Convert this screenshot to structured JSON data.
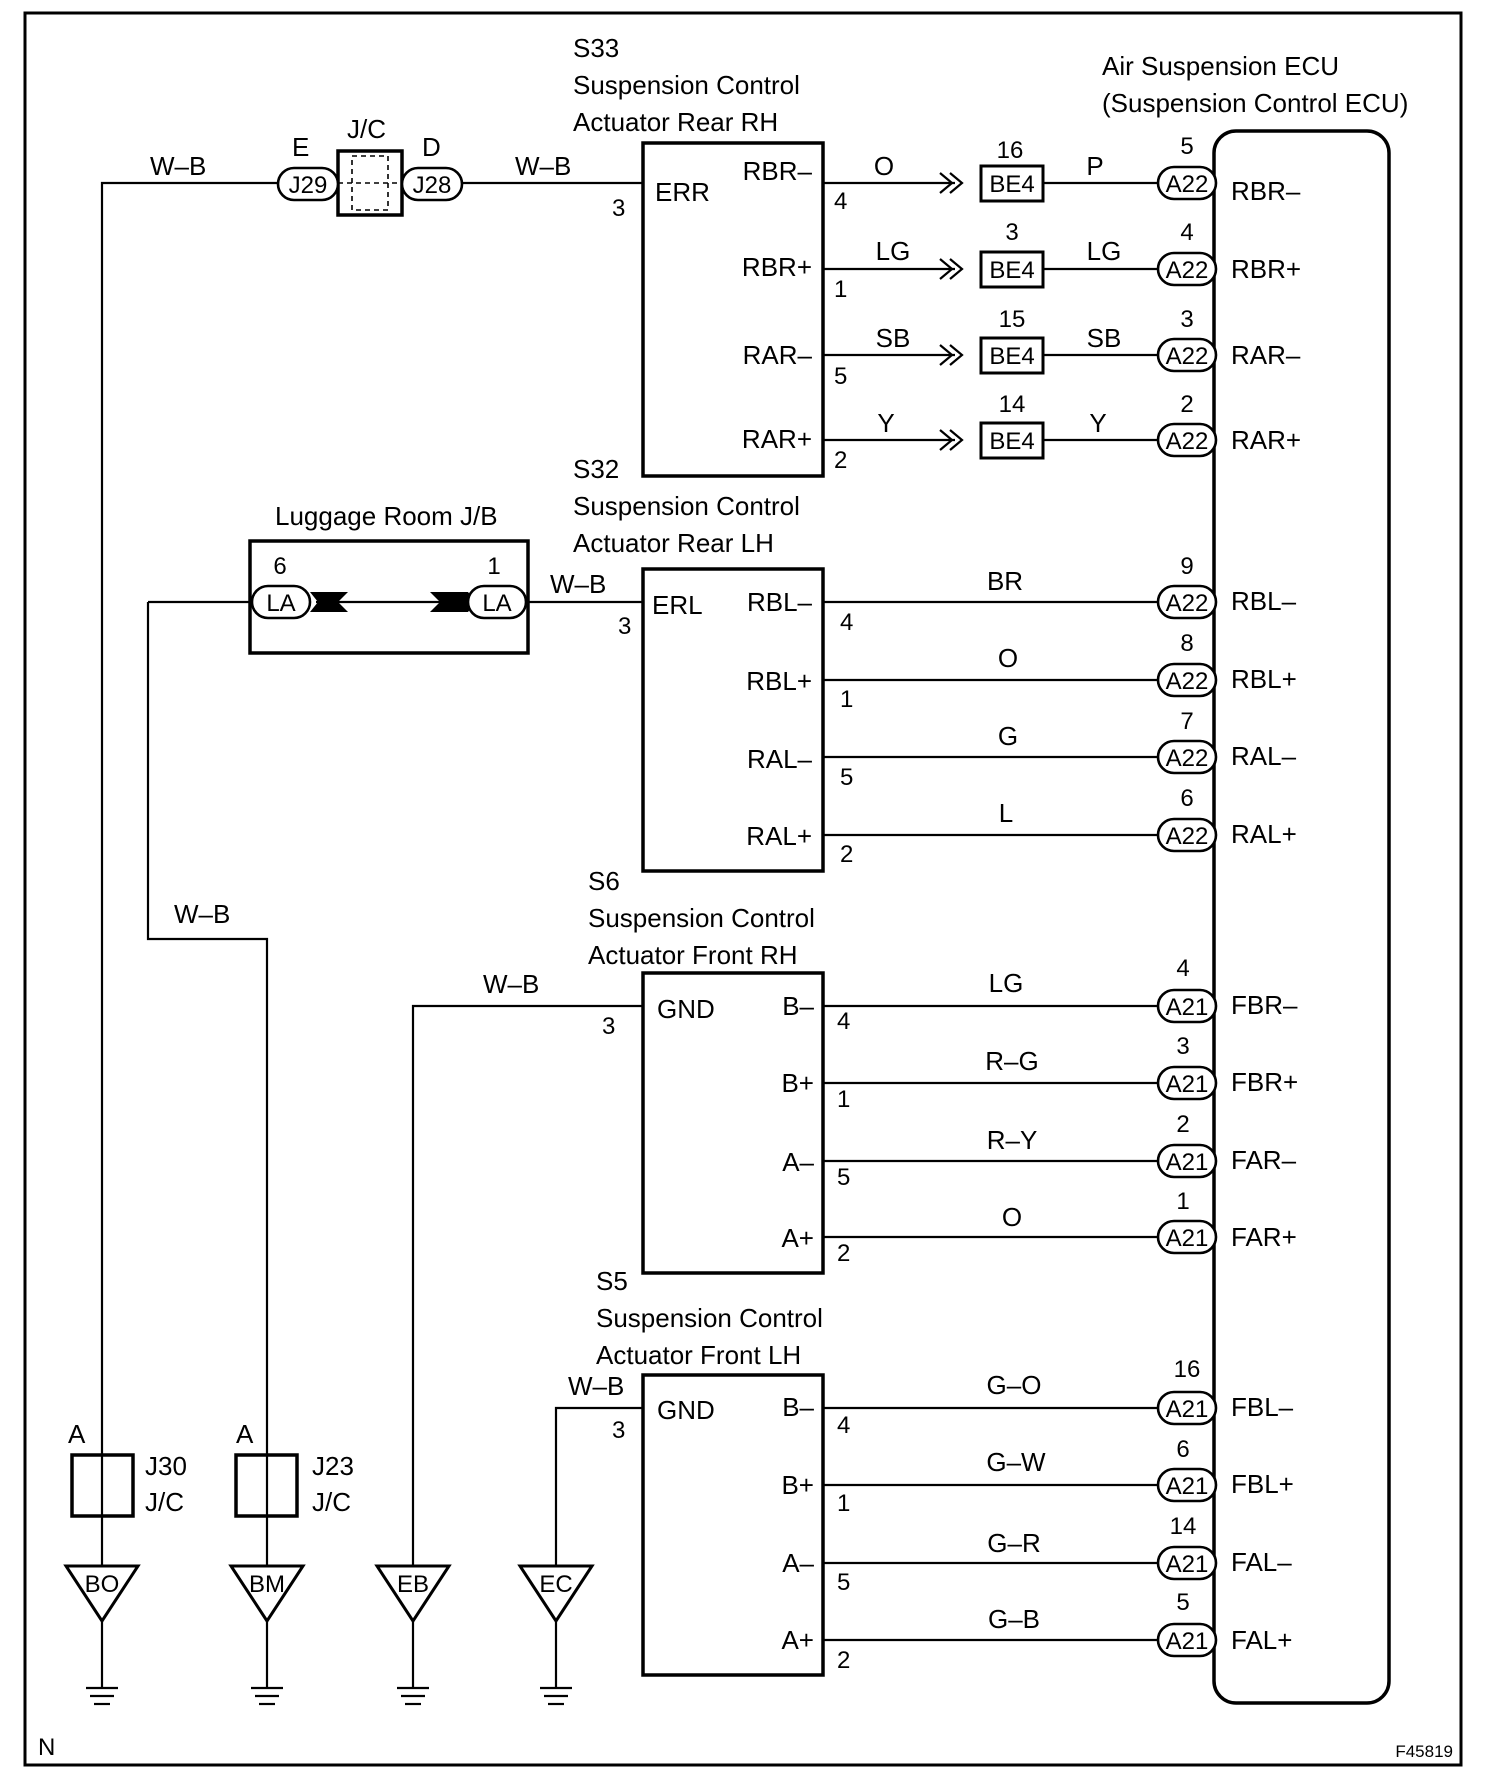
{
  "ecu": {
    "title_line1": "Air Suspension ECU",
    "title_line2": "(Suspension Control ECU)"
  },
  "jc_top": {
    "label": "J/C",
    "left_letter": "E",
    "right_letter": "D",
    "left_conn": "J29",
    "right_conn": "J28"
  },
  "luggage_jb": {
    "label": "Luggage Room J/B",
    "left_pin": "6",
    "right_pin": "1",
    "conn": "LA"
  },
  "wire_wb": "W–B",
  "actuators": [
    {
      "code": "S33",
      "name1": "Suspension Control",
      "name2": "Actuator Rear RH",
      "ground_label": "ERR",
      "ground_pin": "3",
      "pins": [
        {
          "label": "RBR–",
          "pin": "4",
          "wire": "O",
          "inline_pin": "16",
          "inline_conn": "BE4",
          "wire2": "P",
          "ecu_pin": "5",
          "ecu_conn": "A22",
          "ecu_label": "RBR–"
        },
        {
          "label": "RBR+",
          "pin": "1",
          "wire": "LG",
          "inline_pin": "3",
          "inline_conn": "BE4",
          "wire2": "LG",
          "ecu_pin": "4",
          "ecu_conn": "A22",
          "ecu_label": "RBR+"
        },
        {
          "label": "RAR–",
          "pin": "5",
          "wire": "SB",
          "inline_pin": "15",
          "inline_conn": "BE4",
          "wire2": "SB",
          "ecu_pin": "3",
          "ecu_conn": "A22",
          "ecu_label": "RAR–"
        },
        {
          "label": "RAR+",
          "pin": "2",
          "wire": "Y",
          "inline_pin": "14",
          "inline_conn": "BE4",
          "wire2": "Y",
          "ecu_pin": "2",
          "ecu_conn": "A22",
          "ecu_label": "RAR+"
        }
      ]
    },
    {
      "code": "S32",
      "name1": "Suspension Control",
      "name2": "Actuator Rear LH",
      "ground_label": "ERL",
      "ground_pin": "3",
      "pins": [
        {
          "label": "RBL–",
          "pin": "4",
          "wire": "BR",
          "ecu_pin": "9",
          "ecu_conn": "A22",
          "ecu_label": "RBL–"
        },
        {
          "label": "RBL+",
          "pin": "1",
          "wire": "O",
          "ecu_pin": "8",
          "ecu_conn": "A22",
          "ecu_label": "RBL+"
        },
        {
          "label": "RAL–",
          "pin": "5",
          "wire": "G",
          "ecu_pin": "7",
          "ecu_conn": "A22",
          "ecu_label": "RAL–"
        },
        {
          "label": "RAL+",
          "pin": "2",
          "wire": "L",
          "ecu_pin": "6",
          "ecu_conn": "A22",
          "ecu_label": "RAL+"
        }
      ]
    },
    {
      "code": "S6",
      "name1": "Suspension Control",
      "name2": "Actuator Front RH",
      "ground_label": "GND",
      "ground_pin": "3",
      "pins": [
        {
          "label": "B–",
          "pin": "4",
          "wire": "LG",
          "ecu_pin": "4",
          "ecu_conn": "A21",
          "ecu_label": "FBR–"
        },
        {
          "label": "B+",
          "pin": "1",
          "wire": "R–G",
          "ecu_pin": "3",
          "ecu_conn": "A21",
          "ecu_label": "FBR+"
        },
        {
          "label": "A–",
          "pin": "5",
          "wire": "R–Y",
          "ecu_pin": "2",
          "ecu_conn": "A21",
          "ecu_label": "FAR–"
        },
        {
          "label": "A+",
          "pin": "2",
          "wire": "O",
          "ecu_pin": "1",
          "ecu_conn": "A21",
          "ecu_label": "FAR+"
        }
      ]
    },
    {
      "code": "S5",
      "name1": "Suspension Control",
      "name2": "Actuator Front LH",
      "ground_label": "GND",
      "ground_pin": "3",
      "pins": [
        {
          "label": "B–",
          "pin": "4",
          "wire": "G–O",
          "ecu_pin": "16",
          "ecu_conn": "A21",
          "ecu_label": "FBL–"
        },
        {
          "label": "B+",
          "pin": "1",
          "wire": "G–W",
          "ecu_pin": "6",
          "ecu_conn": "A21",
          "ecu_label": "FBL+"
        },
        {
          "label": "A–",
          "pin": "5",
          "wire": "G–R",
          "ecu_pin": "14",
          "ecu_conn": "A21",
          "ecu_label": "FAL–"
        },
        {
          "label": "A+",
          "pin": "2",
          "wire": "G–B",
          "ecu_pin": "5",
          "ecu_conn": "A21",
          "ecu_label": "FAL+"
        }
      ]
    }
  ],
  "ground_jcs": [
    {
      "letter": "A",
      "code": "J30",
      "label": "J/C"
    },
    {
      "letter": "A",
      "code": "J23",
      "label": "J/C"
    }
  ],
  "grounds": [
    "BO",
    "BM",
    "EB",
    "EC"
  ],
  "corner_left": "N",
  "figure_id": "F45819"
}
